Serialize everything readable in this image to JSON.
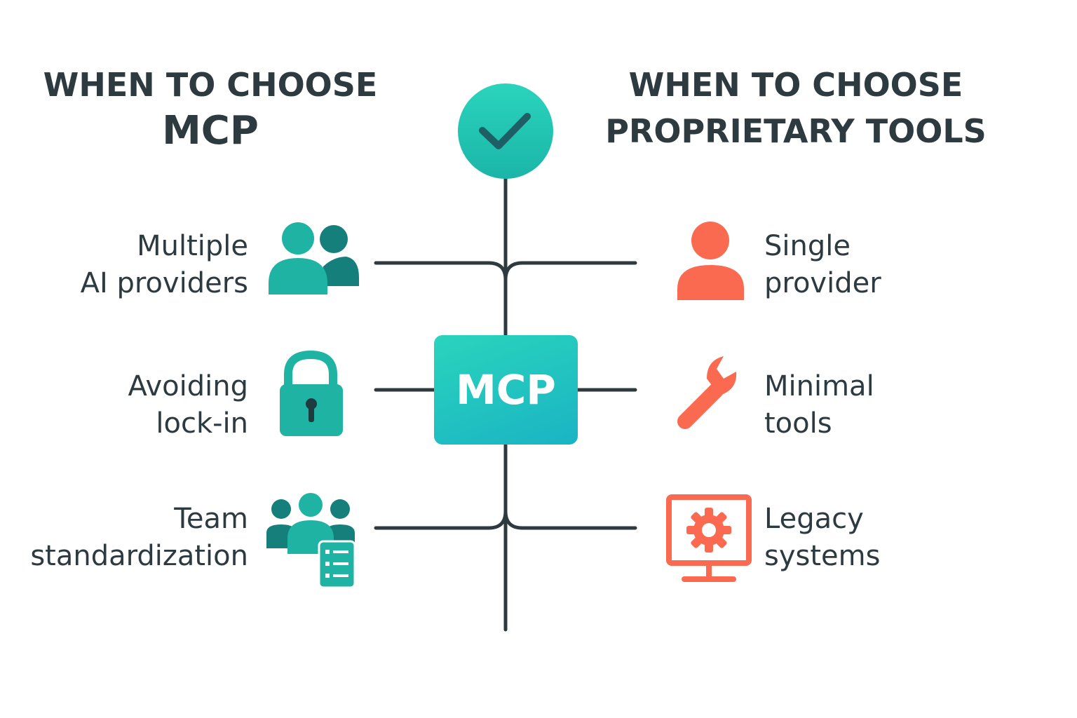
{
  "left_heading": {
    "line1": "WHEN TO CHOOSE",
    "line2": "MCP"
  },
  "right_heading": {
    "line1": "WHEN TO CHOOSE",
    "line2": "PROPRIETARY TOOLS"
  },
  "center_label": "MCP",
  "left_items": [
    {
      "line1": "Multiple",
      "line2": "AI providers",
      "icon": "users-icon"
    },
    {
      "line1": "Avoiding",
      "line2": "lock-in",
      "icon": "lock-icon"
    },
    {
      "line1": "Team",
      "line2": "standardization",
      "icon": "team-checklist-icon"
    }
  ],
  "right_items": [
    {
      "line1": "Single",
      "line2": "provider",
      "icon": "user-icon"
    },
    {
      "line1": "Minimal",
      "line2": "tools",
      "icon": "wrench-icon"
    },
    {
      "line1": "Legacy",
      "line2": "systems",
      "icon": "monitor-gear-icon"
    }
  ],
  "colors": {
    "teal": "#1fb3a4",
    "teal_dark": "#157f7b",
    "coral": "#fa6a50",
    "line": "#2d3a40",
    "text": "#2d3a40"
  }
}
